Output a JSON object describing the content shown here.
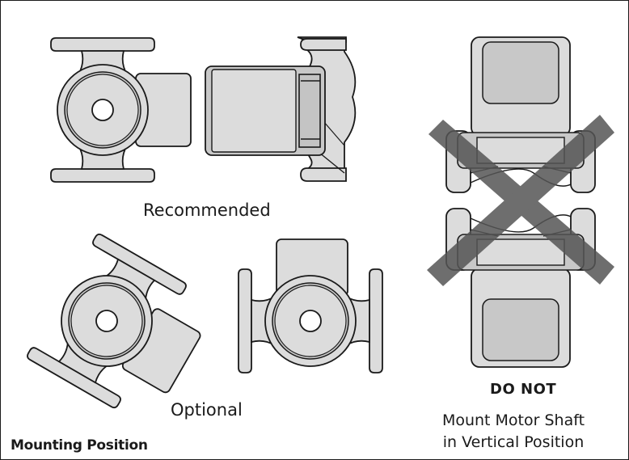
{
  "figure": {
    "title": "Mounting Position",
    "recommended_label": "Recommended",
    "optional_label": "Optional",
    "do_not": {
      "heading": "DO NOT",
      "line1": "Mount Motor Shaft",
      "line2": "in Vertical Position"
    }
  },
  "colors": {
    "body_fill": "#dcdcdc",
    "dark_fill": "#c4c4c4",
    "outline": "#1a1a1a",
    "cross": "#555555",
    "background": "#ffffff"
  }
}
